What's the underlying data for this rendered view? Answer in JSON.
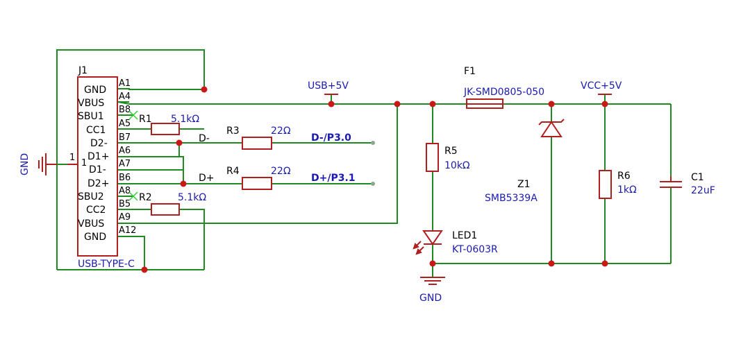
{
  "connector": {
    "ref": "J1",
    "value": "USB-TYPE-C",
    "pins": [
      {
        "name": "GND",
        "num": "A1"
      },
      {
        "name": "VBUS",
        "num": "A4"
      },
      {
        "name": "SBU1",
        "num": "B8"
      },
      {
        "name": "CC1",
        "num": "A5"
      },
      {
        "name": "D2-",
        "num": "B7"
      },
      {
        "name": "D1+",
        "num": "A6"
      },
      {
        "name": "D1-",
        "num": "A7"
      },
      {
        "name": "D2+",
        "num": "B6"
      },
      {
        "name": "SBU2",
        "num": "A8"
      },
      {
        "name": "CC2",
        "num": "B5"
      },
      {
        "name": "VBUS",
        "num": "A9"
      },
      {
        "name": "GND",
        "num": "A12"
      }
    ],
    "shell_pin_outer": "1",
    "shell_pin_inner": "1"
  },
  "gnd_left": "GND",
  "gnd_bottom": "GND",
  "r1": {
    "ref": "R1",
    "value": "5.1kΩ"
  },
  "r2": {
    "ref": "R2",
    "value": "5.1kΩ"
  },
  "r3": {
    "ref": "R3",
    "value": "22Ω"
  },
  "r4": {
    "ref": "R4",
    "value": "22Ω"
  },
  "r5": {
    "ref": "R5",
    "value": "10kΩ"
  },
  "r6": {
    "ref": "R6",
    "value": "1kΩ"
  },
  "f1": {
    "ref": "F1",
    "value": "JK-SMD0805-050"
  },
  "z1": {
    "ref": "Z1",
    "value": "SMB5339A"
  },
  "c1": {
    "ref": "C1",
    "value": "22uF"
  },
  "led1": {
    "ref": "LED1",
    "value": "KT-0603R"
  },
  "nets": {
    "usb5v": "USB+5V",
    "vcc5v": "VCC+5V",
    "dm_short": "D-",
    "dp_short": "D+",
    "dm_port": "D-/P3.0",
    "dp_port": "D+/P3.1"
  }
}
